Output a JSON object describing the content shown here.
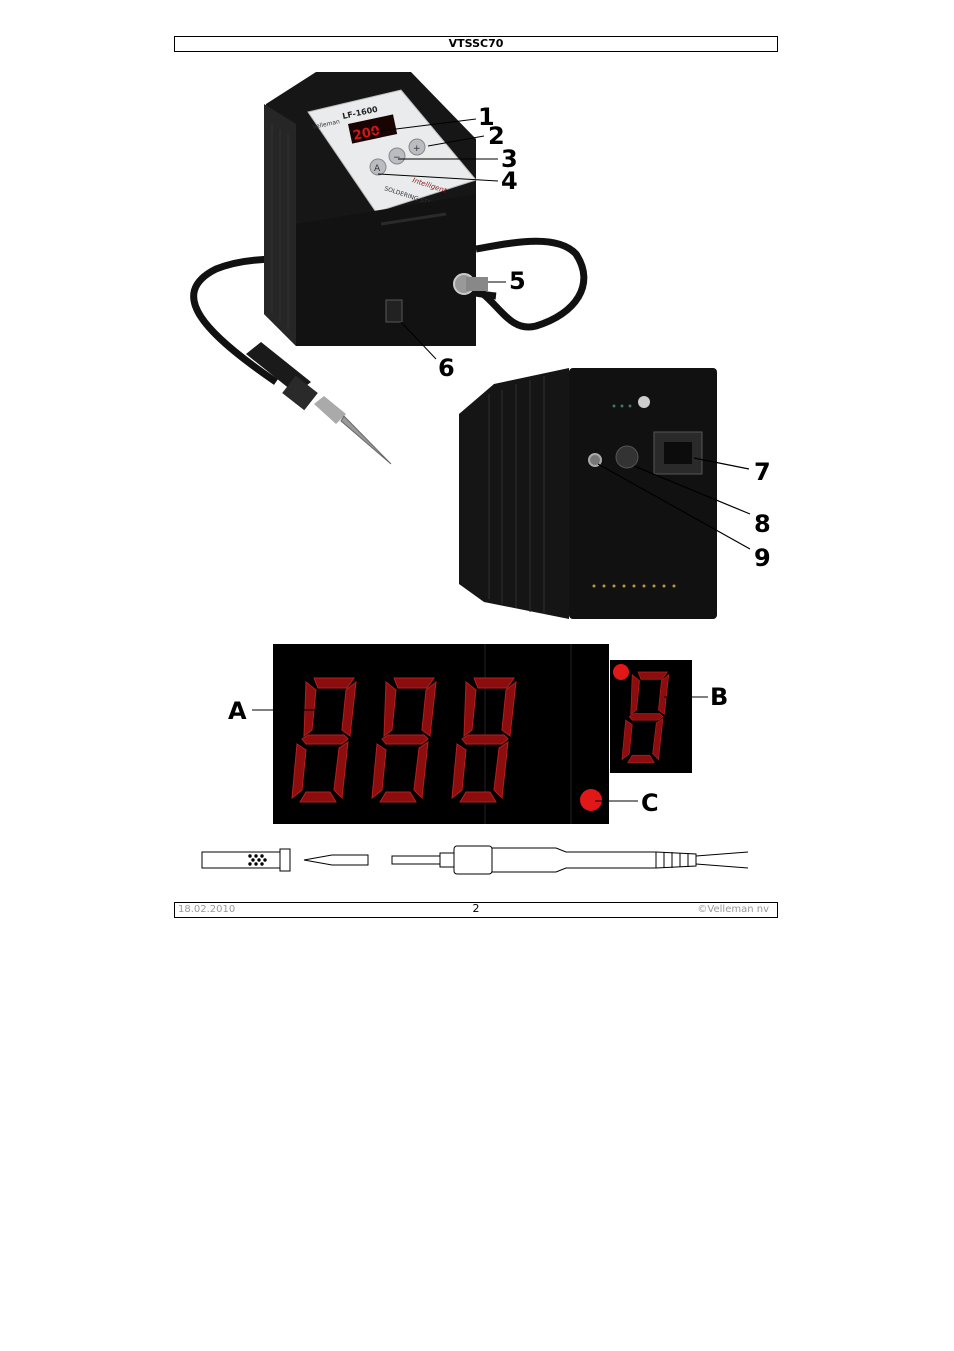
{
  "header": {
    "title": "VTSSC70"
  },
  "station": {
    "brand": "Velleman",
    "model": "LF-1600",
    "display_text": "200",
    "script_label": "Intelligent",
    "panel_label": "SOLDERING STATION",
    "button_up": "+",
    "button_down": "−",
    "button_mode": "A"
  },
  "callouts": [
    "1",
    "2",
    "3",
    "4",
    "5",
    "6",
    "7",
    "8",
    "9"
  ],
  "display_callouts": [
    "A",
    "B",
    "C"
  ],
  "footer": {
    "date": "18.02.2010",
    "page": "2",
    "copyright": "©Velleman nv"
  }
}
